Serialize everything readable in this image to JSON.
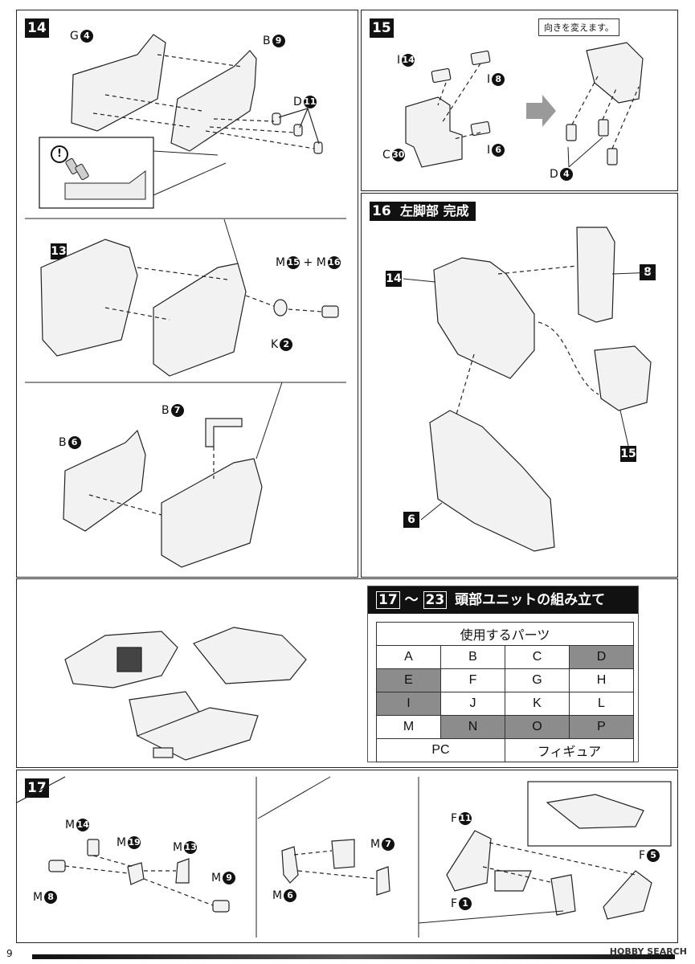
{
  "steps": {
    "s14": {
      "number": "14",
      "labels": [
        {
          "part": "G",
          "num": "4"
        },
        {
          "part": "B",
          "num": "9"
        },
        {
          "part": "D",
          "num": "11"
        },
        {
          "part": "M",
          "num": "15",
          "plus": "+",
          "part2": "M",
          "num2": "16"
        },
        {
          "part": "K",
          "num": "2"
        },
        {
          "part": "B",
          "num": "7"
        },
        {
          "part": "B",
          "num": "6"
        }
      ],
      "sub_ref": "13",
      "warning_icon": "!"
    },
    "s15": {
      "number": "15",
      "labels": [
        {
          "part": "I",
          "num": "14"
        },
        {
          "part": "I",
          "num": "8"
        },
        {
          "part": "C",
          "num": "30"
        },
        {
          "part": "I",
          "num": "6"
        },
        {
          "part": "D",
          "num": "4"
        }
      ],
      "callout": "向きを変えます。"
    },
    "s16": {
      "number": "16",
      "title": "左脚部 完成",
      "refs": [
        "14",
        "8",
        "15",
        "6"
      ]
    },
    "s17_23": {
      "range_start": "17",
      "range_sep": "～",
      "range_end": "23",
      "title": "頭部ユニットの組み立て",
      "parts_header": "使用するパーツ",
      "parts_rows": [
        [
          {
            "t": "A",
            "used": false
          },
          {
            "t": "B",
            "used": false
          },
          {
            "t": "C",
            "used": false
          },
          {
            "t": "D",
            "used": true
          }
        ],
        [
          {
            "t": "E",
            "used": true
          },
          {
            "t": "F",
            "used": false
          },
          {
            "t": "G",
            "used": false
          },
          {
            "t": "H",
            "used": false
          }
        ],
        [
          {
            "t": "I",
            "used": true
          },
          {
            "t": "J",
            "used": false
          },
          {
            "t": "K",
            "used": false
          },
          {
            "t": "L",
            "used": false
          }
        ],
        [
          {
            "t": "M",
            "used": false
          },
          {
            "t": "N",
            "used": true
          },
          {
            "t": "O",
            "used": true
          },
          {
            "t": "P",
            "used": true
          }
        ]
      ],
      "parts_footer": [
        "PC",
        "フィギュア"
      ]
    },
    "s17": {
      "number": "17",
      "labels": [
        {
          "part": "M",
          "num": "14"
        },
        {
          "part": "M",
          "num": "19"
        },
        {
          "part": "M",
          "num": "13"
        },
        {
          "part": "M",
          "num": "8"
        },
        {
          "part": "M",
          "num": "9"
        },
        {
          "part": "M",
          "num": "7"
        },
        {
          "part": "M",
          "num": "6"
        },
        {
          "part": "F",
          "num": "11"
        },
        {
          "part": "F",
          "num": "5"
        },
        {
          "part": "F",
          "num": "1"
        }
      ]
    }
  },
  "footer": {
    "page": "9",
    "watermark": "HOBBY SEARCH"
  },
  "colors": {
    "ink": "#111111",
    "used_part": "#8c8c8c",
    "arrow": "#9a9a9a"
  }
}
